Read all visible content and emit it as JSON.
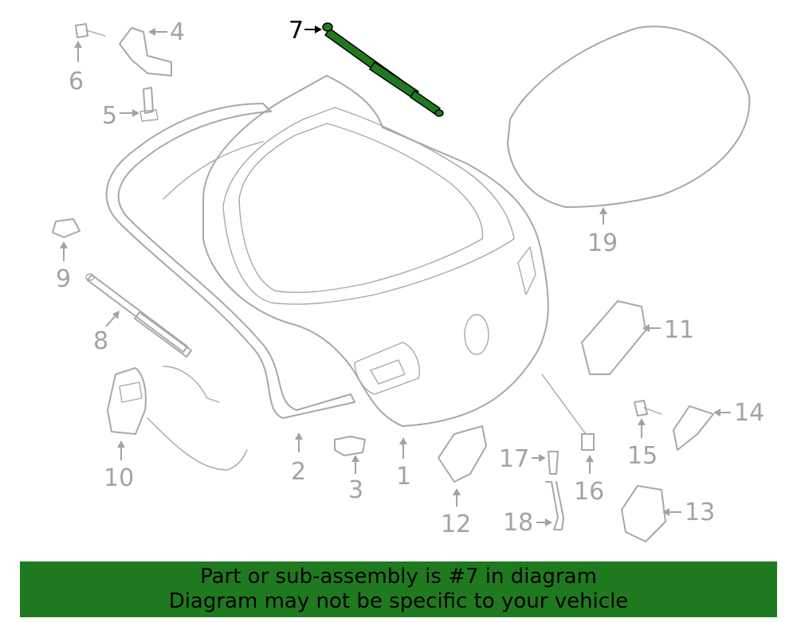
{
  "banner": {
    "line1": "Part or sub-assembly is #7 in diagram",
    "line2": "Diagram may not be specific to your vehicle"
  },
  "highlight_color": "#1f7a1f",
  "callouts": {
    "c1": "1",
    "c2": "2",
    "c3": "3",
    "c4": "4",
    "c5": "5",
    "c6": "6",
    "c7": "7",
    "c8": "8",
    "c9": "9",
    "c10": "10",
    "c11": "11",
    "c12": "12",
    "c13": "13",
    "c14": "14",
    "c15": "15",
    "c16": "16",
    "c17": "17",
    "c18": "18",
    "c19": "19"
  },
  "highlighted_callout": "7"
}
